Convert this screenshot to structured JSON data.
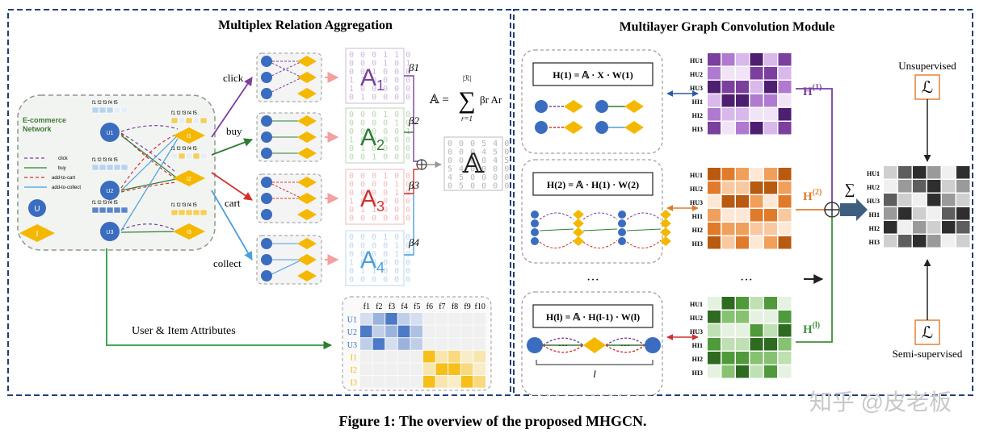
{
  "left_panel": {
    "title": "Multiplex Relation Aggregation",
    "network": {
      "label_line1": "E-commerce",
      "label_line2": "Network",
      "features": "f1 f2 f3 f4 f5",
      "user_nodes": [
        "U1",
        "U2",
        "U3"
      ],
      "item_nodes": [
        "I1",
        "I2",
        "I3"
      ],
      "legend": [
        "click",
        "buy",
        "add-to-cart",
        "add-to-collect"
      ],
      "legend_colors": [
        "#7b3f9e",
        "#2e7d32",
        "#d32f2f",
        "#4a9fd8"
      ],
      "node_key": {
        "user": "U",
        "item": "I"
      }
    },
    "relations": [
      {
        "name": "click",
        "matrix": "A1",
        "beta": "β1",
        "color": "#7b3f9e"
      },
      {
        "name": "buy",
        "matrix": "A2",
        "beta": "β2",
        "color": "#2e7d32"
      },
      {
        "name": "cart",
        "matrix": "A3",
        "beta": "β3",
        "color": "#d32f2f"
      },
      {
        "name": "collect",
        "matrix": "A4",
        "beta": "β4",
        "color": "#4a9fd8"
      }
    ],
    "matrix_rows": {
      "A1": [
        "0 0 0 1 1 0",
        "0 0 0 1 0 1",
        "0 0 1 0 0 0",
        "1 1 0 0 0 0",
        "1 0 0 0 0 0",
        "0 1 0 0 0 0"
      ],
      "A2": [
        "0 0 0 1 0 0",
        "0 0 0 0 1 0",
        "0 0 0 0 0 1",
        "1 0 0 0 0 0",
        "0 1 0 0 0 0",
        "0 0 1 0 0 0"
      ],
      "A3": [
        "0 0 0 1 0 0",
        "0 0 0 0 1 0",
        "0 0 0 0 1 0",
        "1 0 0 0 0 0",
        "0 1 1 0 0 0",
        "0 0 0 0 0 0"
      ],
      "A4": [
        "0 0 0 1 0 0",
        "0 0 0 0 1 0",
        "0 0 0 0 1 0",
        "1 0 0 0 0 0",
        "0 1 1 0 0 0",
        "0 0 0 0 0 0"
      ],
      "A": [
        "0 0 0 5 4 0",
        "0 0 0 4 5 0",
        "0 0 0 0 4 5",
        "5 4 0 0 0 0",
        "4 5 0 0 0 0",
        "0 5 0 0 0 0"
      ]
    },
    "aggregate_symbol": "𝔸",
    "formula": {
      "lhs": "𝔸 =",
      "sum": "∑",
      "upper": "|ℛ|",
      "lower": "r=1",
      "term": "βr Ar"
    },
    "attributes_label": "User & Item Attributes",
    "attr_matrix": {
      "features": [
        "f1",
        "f2",
        "f3",
        "f4",
        "f5",
        "f6",
        "f7",
        "f8",
        "f9",
        "f10"
      ],
      "rows": [
        "U1",
        "U2",
        "U3",
        "I1",
        "I2",
        "I3"
      ]
    }
  },
  "right_panel": {
    "title": "Multilayer Graph Convolution Module",
    "layers": [
      {
        "formula": "H(1) = 𝔸 · X · W(1)",
        "label": "H(1)",
        "color": "#7b3f9e"
      },
      {
        "formula": "H(2) = 𝔸 · H(1) · W(2)",
        "label": "H(2)",
        "color": "#e07b2c"
      },
      {
        "formula": "H(l) = 𝔸 · H(l-1) · W(l)",
        "label": "H(l)",
        "color": "#3f8f3a"
      }
    ],
    "ellipsis": "···",
    "row_labels": [
      "HU1",
      "HU2",
      "HU3",
      "HI1",
      "HI2",
      "HI3"
    ],
    "path_length_label": "l",
    "sum_symbol": "∑",
    "loss_symbol": "ℒ",
    "unsupervised": "Unsupervised",
    "semi_supervised": "Semi-supervised"
  },
  "caption": "Figure 1: The overview of the proposed MHGCN.",
  "watermark": "知乎 @皮老板"
}
